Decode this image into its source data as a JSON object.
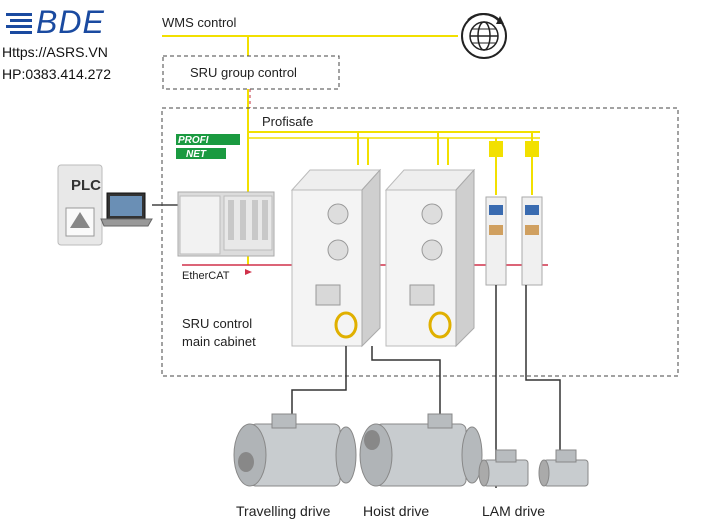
{
  "logo": {
    "brand": "BDE",
    "website": "Https://ASRS.VN",
    "phone": "HP:0383.414.272"
  },
  "labels": {
    "wms_control": "WMS control",
    "sru_group_control": "SRU group control",
    "profisafe": "Profisafe",
    "sru_control_line1": "SRU control",
    "sru_control_line2": "main cabinet",
    "ethercat": "EtherCAT",
    "plc": "PLC",
    "profinet_top": "PROFI",
    "profinet_bottom": "NET"
  },
  "drives": {
    "travelling": "Travelling drive",
    "hoist": "Hoist drive",
    "lam": "LAM drive"
  },
  "colors": {
    "profisafe_line": "#f2e000",
    "ethercat_line": "#d0314a",
    "brand": "#1a4aa0",
    "profinet_green": "#1a9a40"
  },
  "icons": [
    "globe-network-icon",
    "plc-icon",
    "laptop-icon",
    "profinet-logo-icon"
  ]
}
